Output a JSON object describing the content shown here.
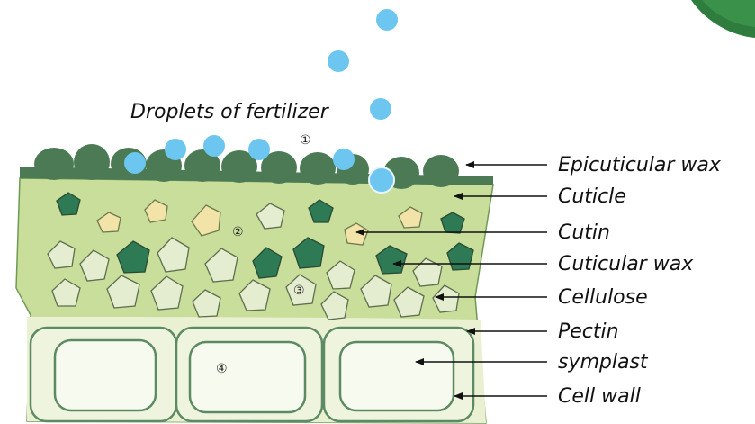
{
  "title": "Droplets of fertilizer",
  "markers": [
    "①",
    "②",
    "③",
    "④"
  ],
  "labels": [
    "Epicuticular wax",
    "Cuticle",
    "Cutin",
    "Cuticular wax",
    "Cellulose",
    "Pectin",
    "symplast",
    "Cell wall"
  ],
  "colors": {
    "droplet": "#6cc6ef",
    "wax": "#4b7a55",
    "cuticle_fill": "#c8de9a",
    "pectin_fill": "#e9f1d2",
    "cutin": "#f2e3a8",
    "cuticular_wax": "#2d7a55",
    "cellulose": "#e4edcf",
    "cell_fill": "#f2f6e6",
    "cell_border": "#5c8a62"
  }
}
